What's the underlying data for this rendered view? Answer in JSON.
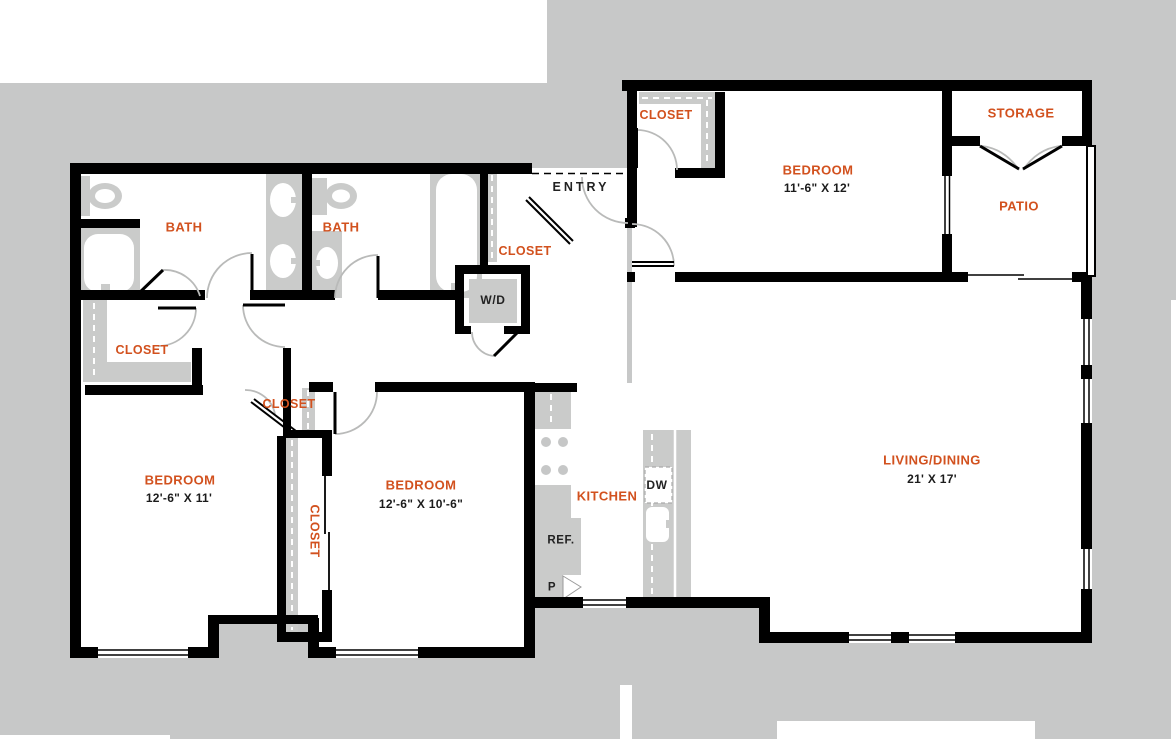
{
  "palette": {
    "background_gray": "#c7c8c8",
    "wall_black": "#000000",
    "fixture_gray": "#cacbca",
    "accent_orange": "#d2511e",
    "text_dark": "#1b1b1b",
    "door_arc_gray": "#b9bab9"
  },
  "labels": {
    "bath1": "BATH",
    "bath2": "BATH",
    "entry": "ENTRY",
    "entry_closet": "CLOSET",
    "washer_dryer": "W/D",
    "bedroom_upper": {
      "name": "BEDROOM",
      "dims": "11'-6\" X 12'"
    },
    "bedroom_upper_closet": "CLOSET",
    "storage": "STORAGE",
    "patio": "PATIO",
    "hall_closet": "CLOSET",
    "bedroom_left": {
      "name": "BEDROOM",
      "dims": "12'-6\" X 11'"
    },
    "small_closet": "CLOSET",
    "tall_closet": "CLOSET",
    "bedroom_middle": {
      "name": "BEDROOM",
      "dims": "12'-6\" X 10'-6\""
    },
    "kitchen": "KITCHEN",
    "dishwasher": "DW",
    "refrigerator": "REF.",
    "pantry": "P",
    "living_dining": {
      "name": "LIVING/DINING",
      "dims": "21' X 17'"
    }
  }
}
